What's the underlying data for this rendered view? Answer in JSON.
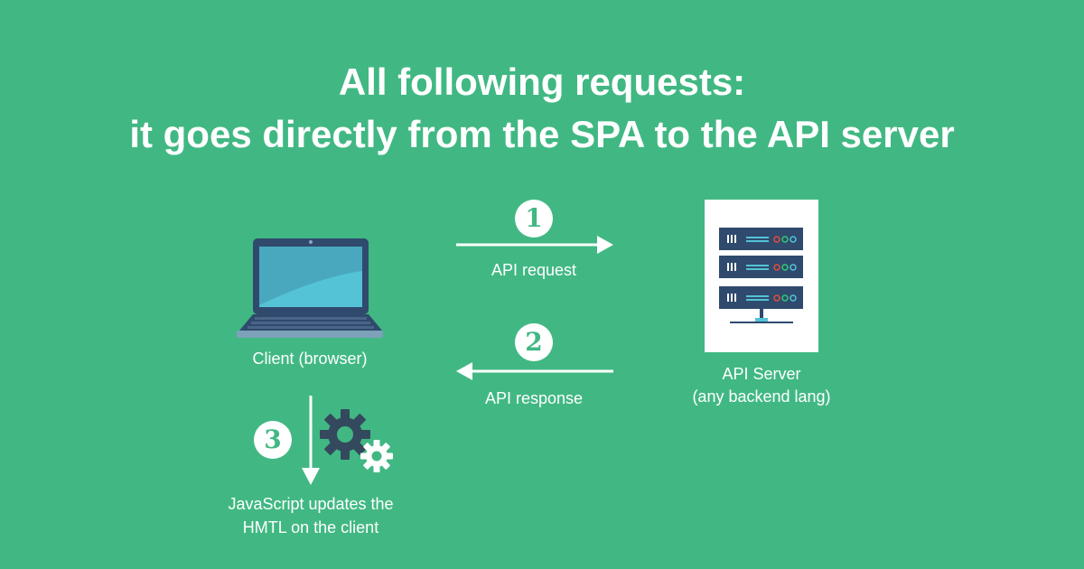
{
  "title": {
    "line1": "All following requests:",
    "line2": "it goes directly from the SPA to the API server"
  },
  "colors": {
    "background": "#41B883",
    "white": "#FFFFFF",
    "server_rack": "#2F4A6D",
    "screen_teal": "#4FB6C9",
    "gear": "#34495E"
  },
  "nodes": {
    "client": {
      "label": "Client (browser)",
      "icon": "laptop-icon"
    },
    "server": {
      "label_line1": "API Server",
      "label_line2": "(any backend lang)",
      "icon": "server-rack-icon"
    }
  },
  "steps": [
    {
      "number": "1",
      "label": "API request"
    },
    {
      "number": "2",
      "label": "API response"
    },
    {
      "number": "3",
      "label_line1": "JavaScript updates the",
      "label_line2": "HMTL on the client",
      "icon": "gears-icon"
    }
  ]
}
